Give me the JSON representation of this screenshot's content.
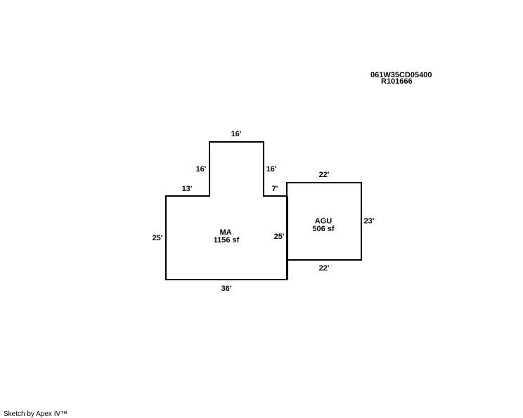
{
  "header": {
    "parcel_id": "061W35CD05400",
    "account_id": "R101666"
  },
  "areas": [
    {
      "code": "MA",
      "area": "1156 sf"
    },
    {
      "code": "AGU",
      "area": "506 sf"
    }
  ],
  "dimensions": {
    "ma_top": "16'",
    "ma_left_upper": "16'",
    "ma_right_upper": "16'",
    "ma_left_ledge": "13'",
    "ma_right_ledge": "7'",
    "ma_left": "25'",
    "ma_right": "25'",
    "ma_bottom": "36'",
    "agu_top": "22'",
    "agu_right": "23'",
    "agu_bottom": "22'"
  },
  "footer": {
    "credit": "Sketch by Apex IV™"
  }
}
